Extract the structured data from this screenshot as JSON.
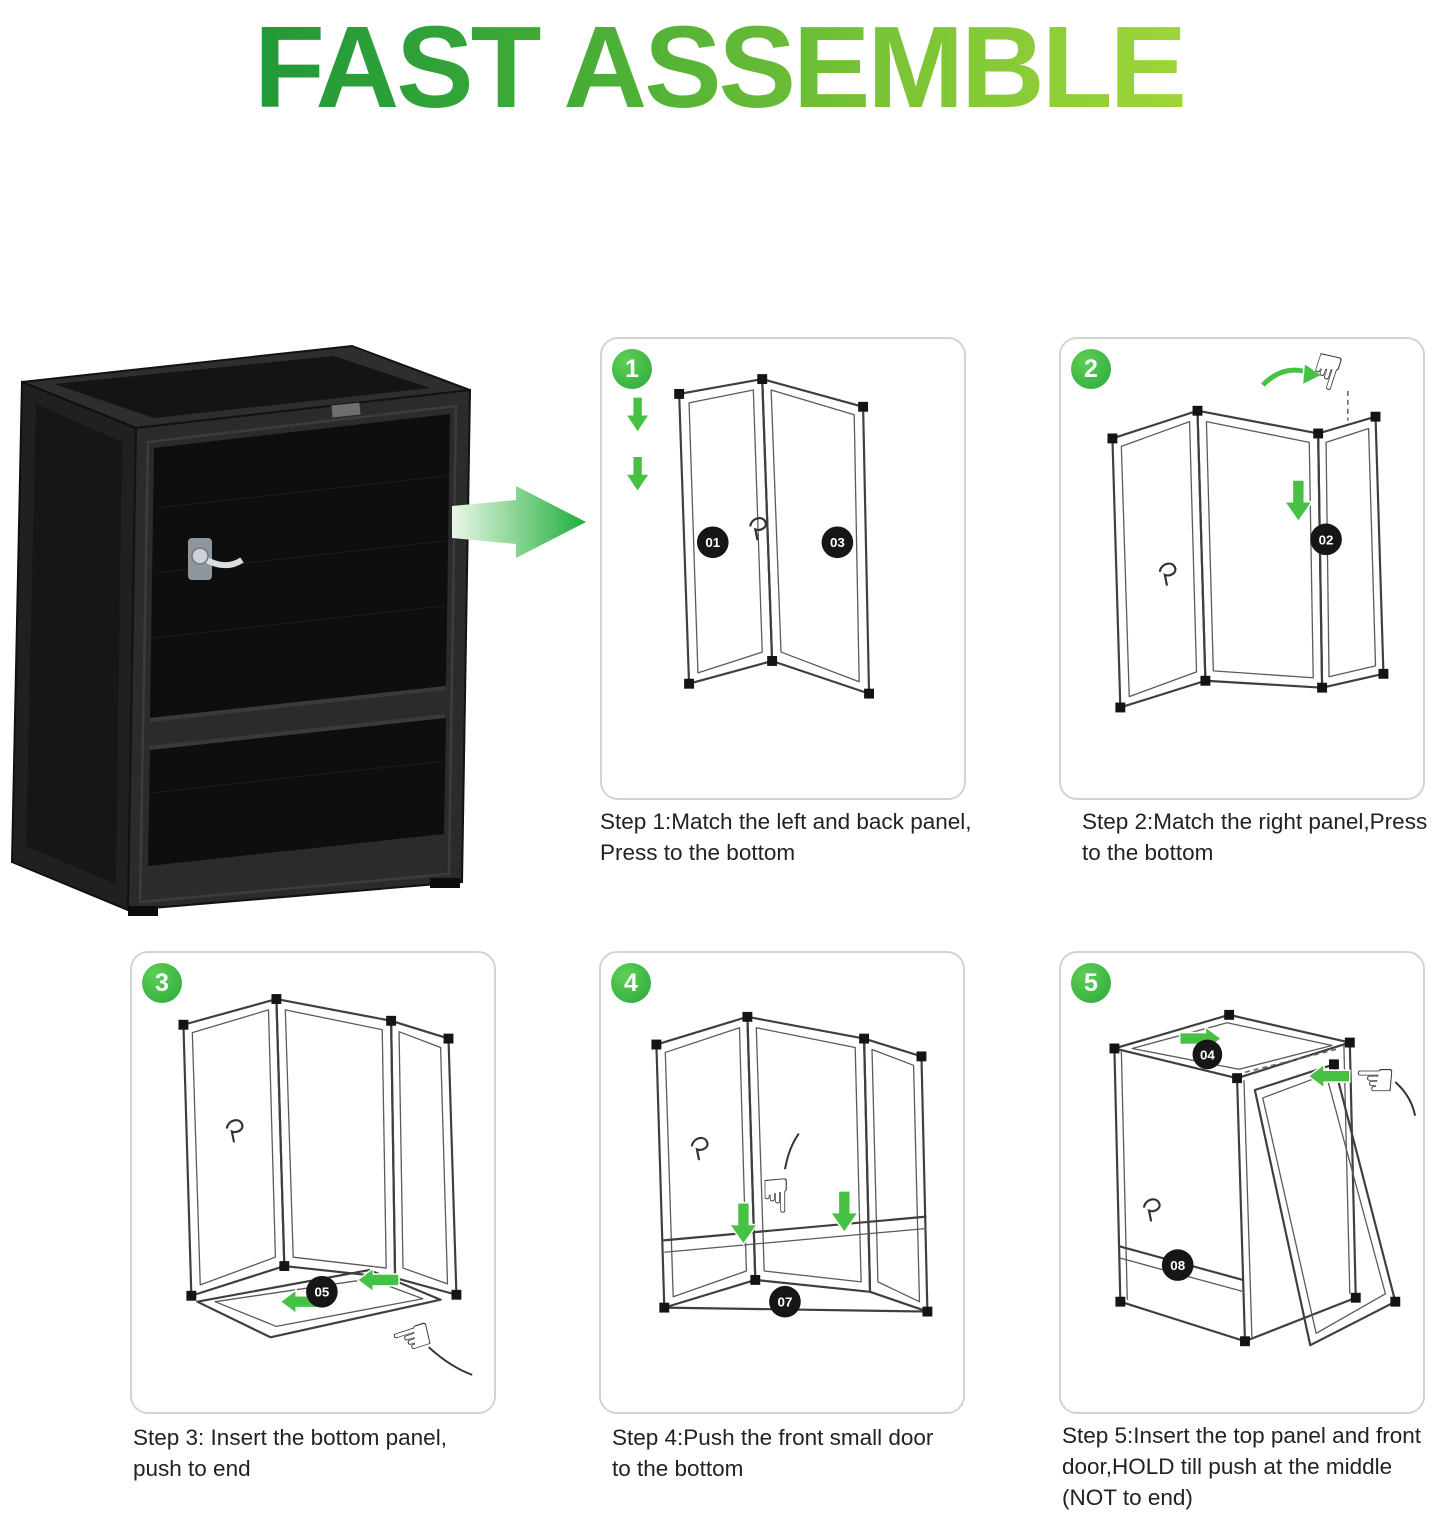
{
  "title": "FAST ASSEMBLE",
  "colors": {
    "title_gradient_start": "#128c36",
    "title_gradient_end": "#bce43c",
    "step_badge_green": "#3cb94a",
    "big_arrow_green": "#1fae3a",
    "small_arrow_green": "#47c144",
    "part_label_black": "#161616",
    "card_border": "#cdd7cd"
  },
  "icons": {
    "hand_down": "☟",
    "hand_left": "☜",
    "right_arrow": "big-green-right-arrow"
  },
  "steps": [
    {
      "number": "1",
      "caption_lines": [
        "Step 1:Match the left and back panel,",
        "Press to the bottom"
      ],
      "parts": [
        {
          "label": "01"
        },
        {
          "label": "03"
        }
      ]
    },
    {
      "number": "2",
      "caption_lines": [
        "Step 2:Match the right panel,Press",
        "to the bottom"
      ],
      "parts": [
        {
          "label": "02"
        }
      ]
    },
    {
      "number": "3",
      "caption_lines": [
        "Step 3: Insert the bottom panel,",
        "push to end"
      ],
      "parts": [
        {
          "label": "05"
        }
      ]
    },
    {
      "number": "4",
      "caption_lines": [
        "Step 4:Push the front small door",
        "to the bottom"
      ],
      "parts": [
        {
          "label": "07"
        }
      ]
    },
    {
      "number": "5",
      "caption_lines": [
        "Step 5:Insert the top panel and front",
        "door,HOLD till push at the middle",
        "(NOT to end)"
      ],
      "parts": [
        {
          "label": "04"
        },
        {
          "label": "08"
        }
      ]
    }
  ]
}
